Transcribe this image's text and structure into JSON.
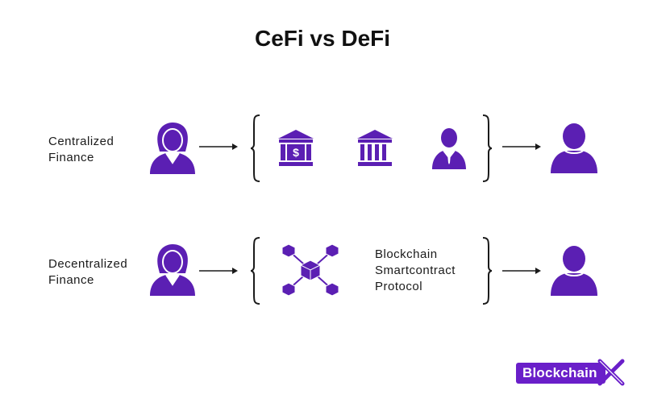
{
  "title": "CeFi vs DeFi",
  "colors": {
    "accent": "#5b1fb3",
    "text": "#111111",
    "arrow": "#1a1a1a"
  },
  "rows": [
    {
      "label_lines": [
        "Centralized",
        "Finance"
      ],
      "icons": [
        "woman-user-icon",
        "bank-dollar-icon",
        "bank-columns-icon",
        "businessman-icon",
        "man-user-icon"
      ]
    },
    {
      "label_lines": [
        "Decentralized",
        "Finance"
      ],
      "icons": [
        "woman-user-icon",
        "blockchain-network-icon",
        "man-user-icon"
      ],
      "protocol_lines": [
        "Blockchain",
        "Smartcontract",
        "Protocol"
      ]
    }
  ],
  "logo": {
    "text": "Blockchain",
    "accent": "#6a1fc9"
  }
}
